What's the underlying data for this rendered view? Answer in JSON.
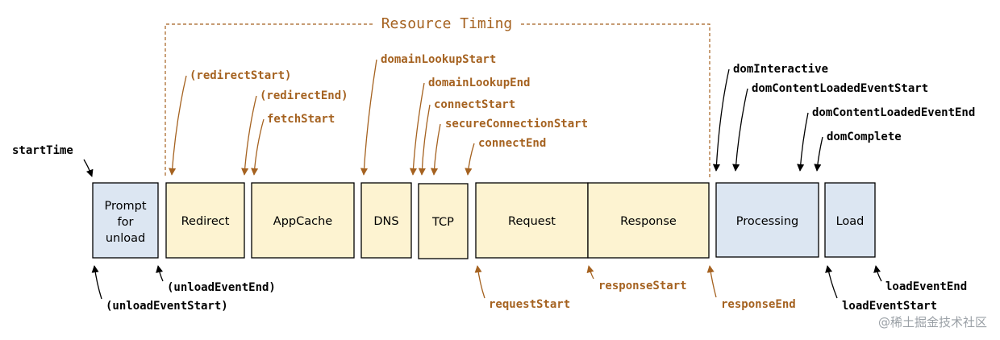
{
  "section": {
    "label": "Resource Timing"
  },
  "colors": {
    "browser_fill": "#dce6f2",
    "network_fill": "#fdf3d1",
    "black": "#000000",
    "accent": "#a56220",
    "watermark": "#9aa0a6"
  },
  "phases": {
    "prompt": [
      "Prompt",
      "for",
      "unload"
    ],
    "redirect": "Redirect",
    "appcache": "AppCache",
    "dns": "DNS",
    "tcp": "TCP",
    "request": "Request",
    "response": "Response",
    "processing": "Processing",
    "load": "Load"
  },
  "markers": {
    "startTime": "startTime",
    "unloadEventStart": "(unloadEventStart)",
    "unloadEventEnd": "(unloadEventEnd)",
    "redirectStart": "(redirectStart)",
    "redirectEnd": "(redirectEnd)",
    "fetchStart": "fetchStart",
    "domainLookupStart": "domainLookupStart",
    "domainLookupEnd": "domainLookupEnd",
    "connectStart": "connectStart",
    "secureConnectionStart": "secureConnectionStart",
    "connectEnd": "connectEnd",
    "requestStart": "requestStart",
    "responseStart": "responseStart",
    "responseEnd": "responseEnd",
    "domInteractive": "domInteractive",
    "domContentLoadedEventStart": "domContentLoadedEventStart",
    "domContentLoadedEventEnd": "domContentLoadedEventEnd",
    "domComplete": "domComplete",
    "loadEventStart": "loadEventStart",
    "loadEventEnd": "loadEventEnd"
  },
  "watermark": "@稀土掘金技术社区"
}
